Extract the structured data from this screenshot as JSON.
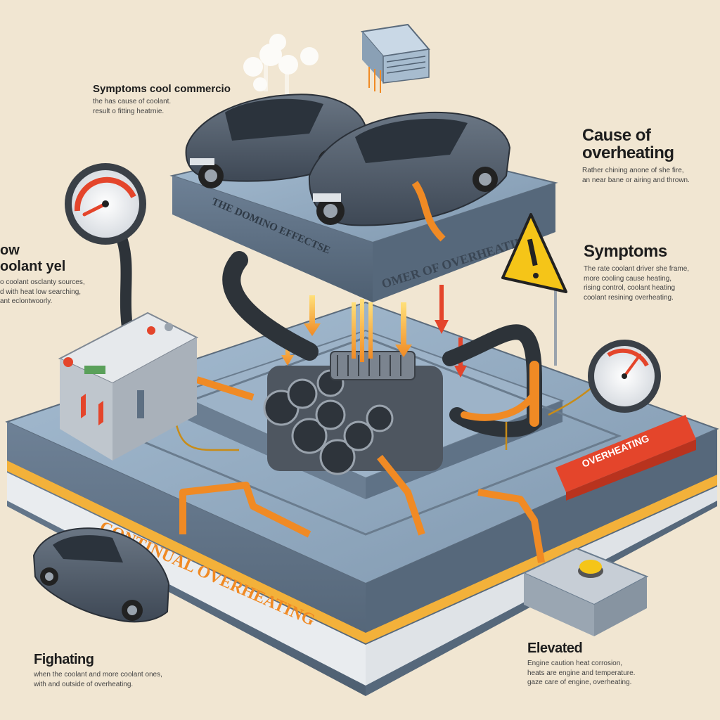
{
  "colors": {
    "background": "#f1e6d2",
    "platform_top": "#8fa8bf",
    "platform_side": "#5d6f82",
    "accent_orange": "#f08a24",
    "warning_red": "#e4452b",
    "warning_yellow": "#f5c518",
    "car_body": "#4a5562"
  },
  "icons": [
    "car-icon",
    "thermometer-gauge-icon",
    "temperature-gauge-icon",
    "warning-triangle-icon",
    "engine-icon",
    "radiator-icon",
    "control-panel-icon",
    "battery-icon",
    "steam-icon",
    "alert-button-icon"
  ],
  "labels": {
    "top_left": {
      "heading": "Symptoms cool commercio",
      "lines": [
        "the has cause of coolant.",
        "result o fitting heatrnie."
      ]
    },
    "right_cause": {
      "heading_1": "Cause of",
      "heading_2": "overheating",
      "lines": [
        "Rather chining anone of she fire,",
        "an near bane or airing and thrown."
      ]
    },
    "left_low": {
      "heading_1": "ow",
      "heading_2": "oolant yel",
      "lines": [
        "o coolant osclanty sources,",
        "d with heat low searching,",
        "ant eclontwoorly."
      ]
    },
    "right_symptoms": {
      "heading": "Symptoms",
      "lines": [
        "The rate coolant driver she frame,",
        "more cooling cause heating,",
        "rising control, coolant heating",
        "coolant resining overheating."
      ]
    },
    "bottom_left": {
      "heading": "Fighating",
      "lines": [
        "when the coolant and more coolant ones,",
        "with and outside of overheating."
      ]
    },
    "bottom_right": {
      "heading": "Elevated",
      "lines": [
        "Engine caution heat corrosion,",
        "heats are engine and temperature.",
        "gaze care of engine, overheating."
      ]
    }
  },
  "platform_text": {
    "upper_front": "THE DOMINO EFFECTSE",
    "upper_side": "OMER OF OVERHEATING",
    "base_front": "CONTINUAL OVERHEATING",
    "red_tag": "OVERHEATING"
  }
}
